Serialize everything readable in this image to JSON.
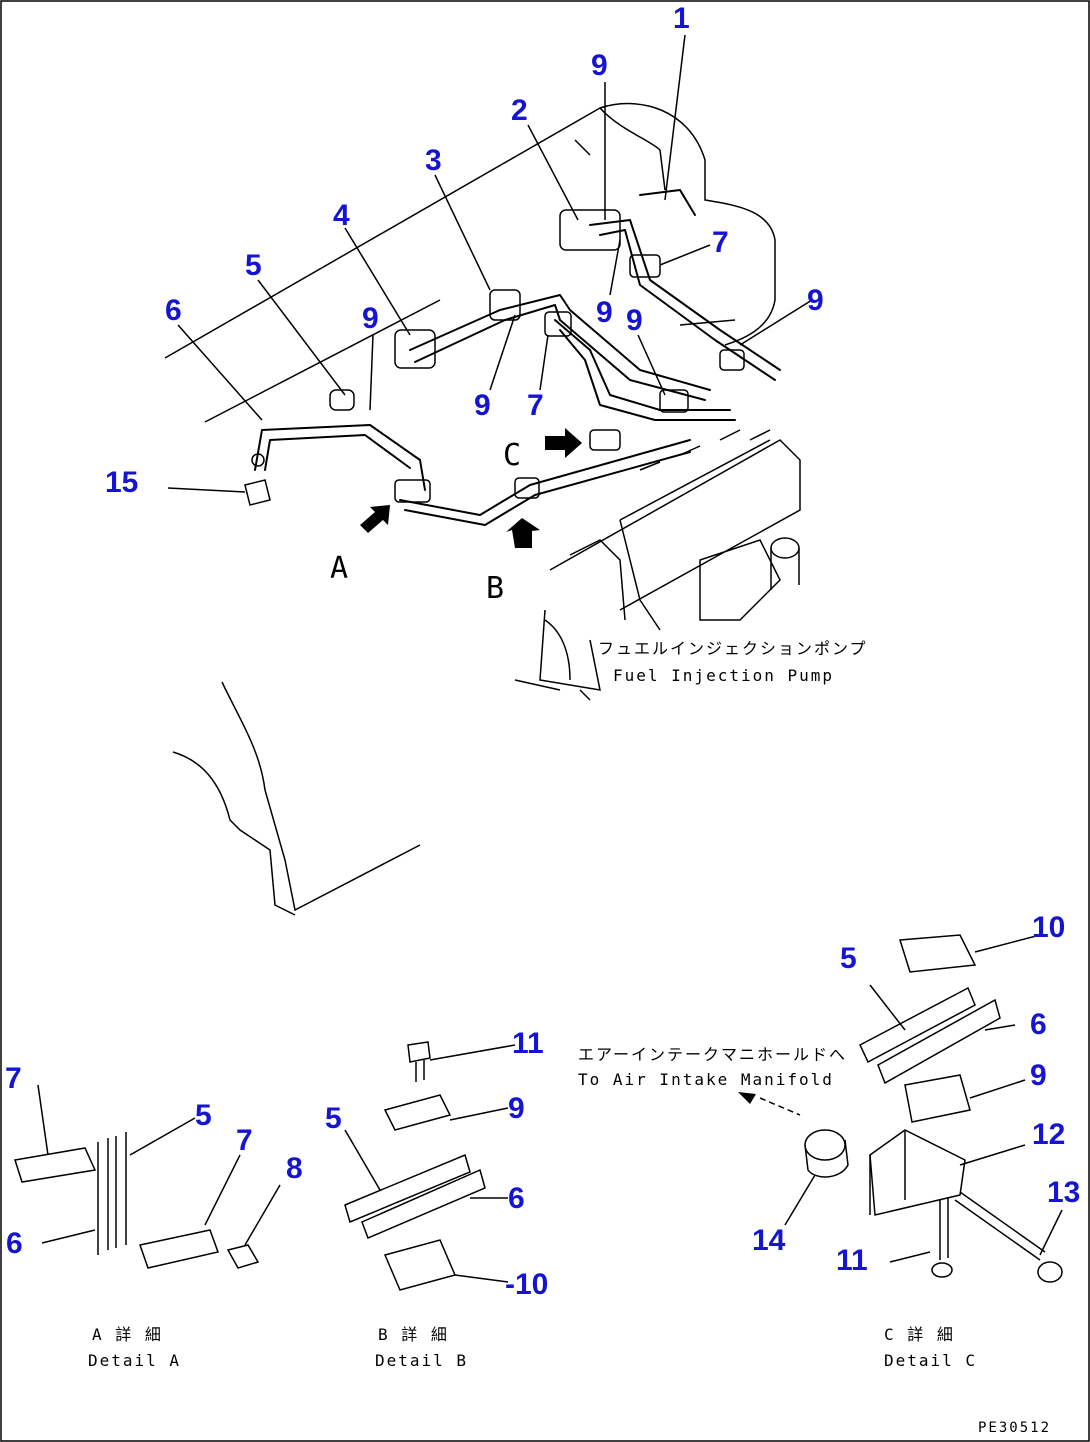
{
  "drawing": {
    "code": "PE30512",
    "pump_label_jp": "フュエルインジェクションポンプ",
    "pump_label_en": "Fuel Injection Pump",
    "manifold_label_jp": "エアーインテークマニホールドへ",
    "manifold_label_en": "To Air Intake Manifold"
  },
  "view_markers": {
    "a": "A",
    "b": "B",
    "c": "C"
  },
  "details": {
    "a": {
      "jp": "A 詳 細",
      "en": "Detail A"
    },
    "b": {
      "jp": "B 詳 細",
      "en": "Detail B"
    },
    "c": {
      "jp": "C 詳 細",
      "en": "Detail C"
    }
  },
  "callouts": {
    "main": [
      "1",
      "9",
      "2",
      "3",
      "4",
      "5",
      "6",
      "9",
      "7",
      "9",
      "9",
      "9",
      "9",
      "7",
      "9",
      "15"
    ],
    "detail_a": [
      "7",
      "5",
      "7",
      "8",
      "6"
    ],
    "detail_b": [
      "11",
      "5",
      "9",
      "6",
      "-10"
    ],
    "detail_c": [
      "10",
      "5",
      "6",
      "9",
      "12",
      "13",
      "14",
      "11"
    ]
  },
  "colors": {
    "callout": "#1414d2",
    "line": "#000000"
  }
}
